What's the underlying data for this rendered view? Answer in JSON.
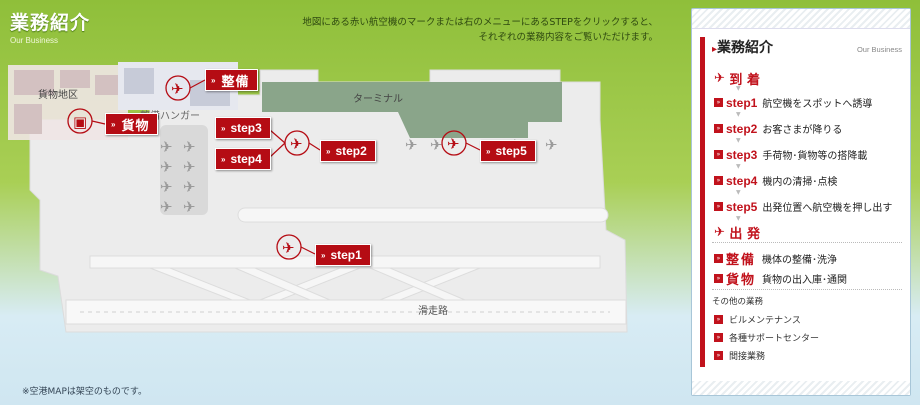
{
  "header": {
    "title": "業務紹介",
    "subtitle": "Our Business",
    "intro_line1": "地図にある赤い航空機のマークまたは右のメニューにあるSTEPをクリックすると、",
    "intro_line2": "それぞれの業務内容をご覧いただけます。"
  },
  "map": {
    "area_cargo": "貨物地区",
    "hangar": "整備ハンガー",
    "terminal": "ターミナル",
    "runway": "滑走路",
    "pins": {
      "maintenance": "整備",
      "cargo": "貨物",
      "step1": "step1",
      "step2": "step2",
      "step3": "step3",
      "step4": "step4",
      "step5": "step5"
    }
  },
  "footnote": "※空港MAPは架空のものです。",
  "menu": {
    "title": "業務紹介",
    "subtitle": "Our Business",
    "arrive": "到 着",
    "depart": "出 発",
    "steps": [
      {
        "step": "step1",
        "text": "航空機をスポットへ誘導"
      },
      {
        "step": "step2",
        "text": "お客さまが降りる"
      },
      {
        "step": "step3",
        "text": "手荷物･貨物等の搭降載"
      },
      {
        "step": "step4",
        "text": "機内の清掃･点検"
      },
      {
        "step": "step5",
        "text": "出発位置へ航空機を押し出す"
      }
    ],
    "maintenance": {
      "kw": "整備",
      "text": "機体の整備･洗浄"
    },
    "cargo": {
      "kw": "貨物",
      "text": "貨物の出入庫･通関"
    },
    "other_heading": "その他の業務",
    "others": [
      "ビルメンテナンス",
      "各種サポートセンター",
      "間接業務"
    ]
  },
  "colors": {
    "accent": "#c1121c",
    "grass": "#9fca48",
    "terminal": "#8aa58a"
  }
}
